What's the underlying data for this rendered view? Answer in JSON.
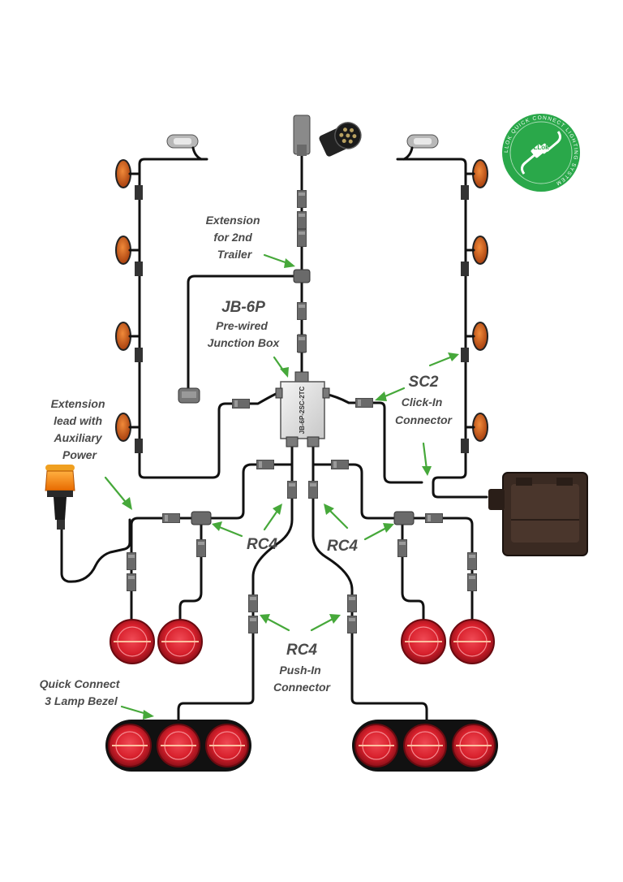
{
  "labels": {
    "ext_2nd_trailer": [
      "Extension",
      "for 2nd",
      "Trailer"
    ],
    "jb6p_title": "JB-6P",
    "jb6p_desc": [
      "Pre-wired",
      "Junction Box"
    ],
    "junction_box_text": "JB-6P-2SC-2TC",
    "sc2_title": "SC2",
    "sc2_desc": [
      "Click-In",
      "Connector"
    ],
    "ext_aux": [
      "Extension",
      "lead with",
      "Auxiliary",
      "Power"
    ],
    "rc4_left": "RC4",
    "rc4_right": "RC4",
    "rc4_bottom_title": "RC4",
    "rc4_bottom_desc": [
      "Push-In",
      "Connector"
    ],
    "bezel": [
      "Quick Connect",
      "3 Lamp Bezel"
    ]
  },
  "logo": {
    "ring_text": "LLOK QUICK CONNECT LIGHTING SYSTEM",
    "center_text": "LLok",
    "color": "#2aa84a"
  },
  "colors": {
    "wire": "#111111",
    "arrow": "#46a83a",
    "text": "#4a4a4a",
    "marker_lamp": "#c8541a",
    "tail_lamp": "#d8202c",
    "beacon": "#f0780a"
  }
}
